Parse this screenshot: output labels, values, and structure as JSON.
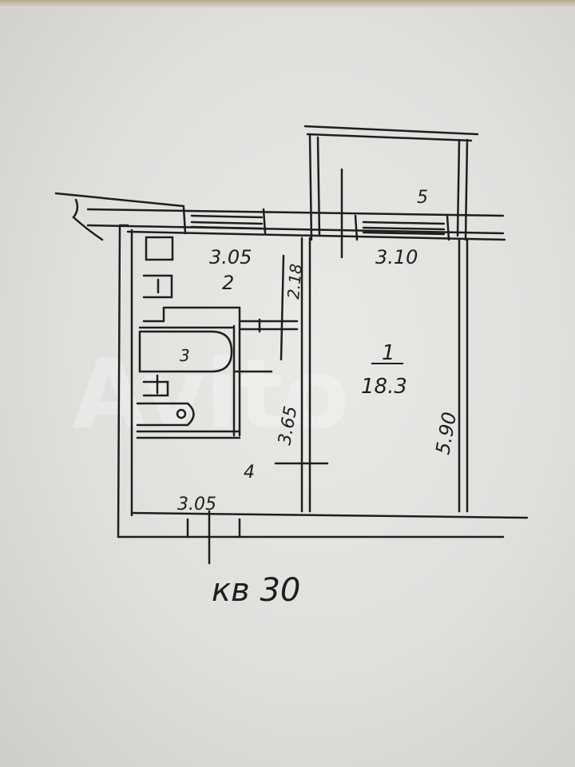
{
  "plan": {
    "kitchen": {
      "number": "2",
      "width": "3.05",
      "length": "2.18"
    },
    "bathroom": {
      "number": "3"
    },
    "hallway": {
      "number": "4",
      "width": "3.05",
      "length": "3.65"
    },
    "room": {
      "number": "1",
      "area": "18.3",
      "width": "3.10",
      "length": "5.90"
    },
    "balcony": {
      "number": "5"
    },
    "apartment_label": "кв 30"
  },
  "watermark": "Avito",
  "colors": {
    "ink": "#1e1e1e",
    "paper": "#e6e5e2"
  }
}
